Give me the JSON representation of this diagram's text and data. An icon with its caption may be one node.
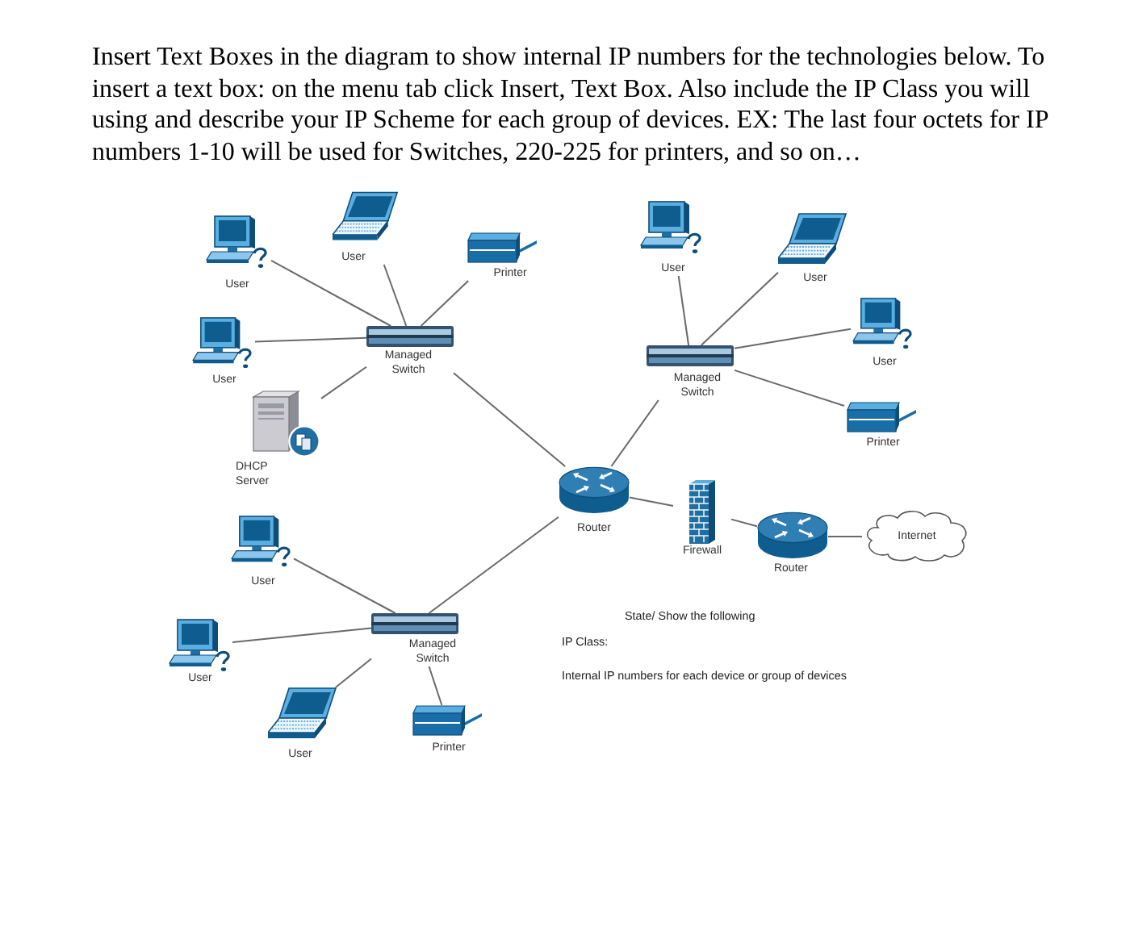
{
  "diagram": {
    "title": "Insert Text Boxes in the diagram to show internal IP numbers for the technologies below. To insert a text box: on the menu tab click Insert, Text Box. Also include the IP Class you will using and describe your IP Scheme for each group of devices. EX: The last four octets for IP numbers 1-10 will be used for Switches, 220-225 for printers, and so on…",
    "nodes": [
      {
        "text": [
          "User"
        ]
      },
      {
        "text": [
          "User"
        ]
      },
      {
        "text": [
          "Printer"
        ]
      },
      {
        "text": [
          "Managed Switch"
        ]
      },
      {
        "text": [
          "User"
        ]
      },
      {
        "text": [
          "DHCP Server"
        ]
      },
      {
        "text": [
          "User"
        ]
      },
      {
        "text": [
          "User"
        ]
      },
      {
        "text": [
          "Managed Switch"
        ]
      },
      {
        "text": [
          "User"
        ]
      },
      {
        "text": [
          "Printer"
        ]
      },
      {
        "text": [
          "Router"
        ]
      },
      {
        "text": [
          "Firewall"
        ]
      },
      {
        "text": [
          "Router"
        ]
      },
      {
        "text": [
          "Internet"
        ]
      },
      {
        "text": [
          "User"
        ]
      },
      {
        "text": [
          "User"
        ]
      },
      {
        "text": [
          "Managed Switch"
        ]
      },
      {
        "text": [
          "User"
        ]
      },
      {
        "text": [
          "Printer"
        ]
      }
    ],
    "edges": [
      {
        "from": 0,
        "to": 3,
        "arrow": "none"
      },
      {
        "from": 1,
        "to": 3,
        "arrow": "none"
      },
      {
        "from": 2,
        "to": 3,
        "arrow": "none"
      },
      {
        "from": 4,
        "to": 3,
        "arrow": "none"
      },
      {
        "from": 5,
        "to": 3,
        "arrow": "none"
      },
      {
        "from": 3,
        "to": 11,
        "arrow": "none"
      },
      {
        "from": 6,
        "to": 8,
        "arrow": "none"
      },
      {
        "from": 7,
        "to": 8,
        "arrow": "none"
      },
      {
        "from": 9,
        "to": 8,
        "arrow": "none"
      },
      {
        "from": 10,
        "to": 8,
        "arrow": "none"
      },
      {
        "from": 8,
        "to": 11,
        "arrow": "none"
      },
      {
        "from": 11,
        "to": 12,
        "arrow": "none"
      },
      {
        "from": 12,
        "to": 13,
        "arrow": "none"
      },
      {
        "from": 13,
        "to": 14,
        "arrow": "none"
      },
      {
        "from": 15,
        "to": 17,
        "arrow": "none"
      },
      {
        "from": 16,
        "to": 17,
        "arrow": "none"
      },
      {
        "from": 17,
        "to": 11,
        "arrow": "none"
      },
      {
        "from": 18,
        "to": 17,
        "arrow": "none"
      },
      {
        "from": 19,
        "to": 17,
        "arrow": "none"
      }
    ],
    "labels": [
      "State/ Show the following",
      "IP Class:",
      "Internal IP numbers for each device or group of devices"
    ]
  }
}
